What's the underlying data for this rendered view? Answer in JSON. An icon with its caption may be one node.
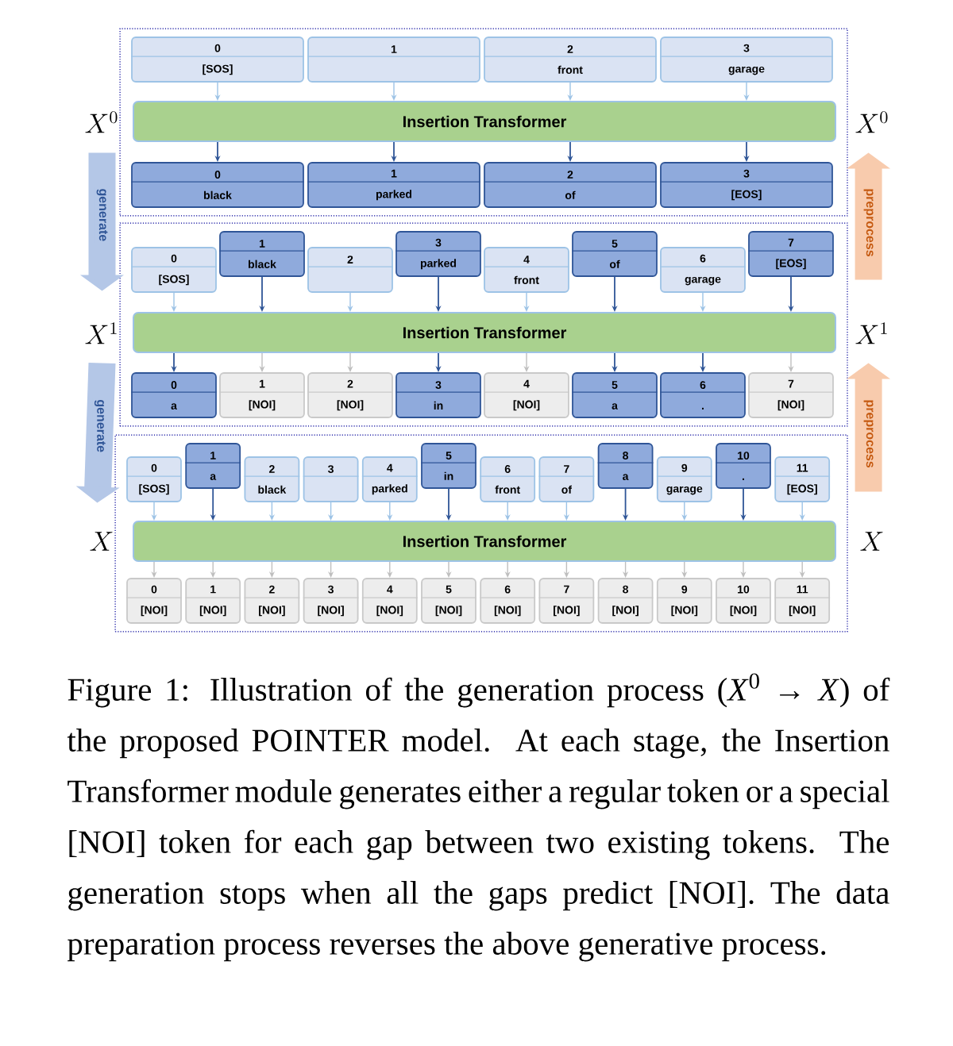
{
  "diagram": {
    "caption": "Figure 1: Illustration of the generation process (*X*$^{0}$ → *X*) of the proposed POINTER model. At each stage, the Insertion Transformer module generates either a regular token or a special [NOI] token for each gap between two existing tokens. The generation stops when all the gaps predict [NOI]. The data preparation process reverses the above generative process.",
    "nodes": [
      {
        "text": [],
        "shape": "box"
      },
      {
        "text": [
          "0",
          "[SOS]"
        ],
        "in": 0
      },
      {
        "text": [
          "1"
        ],
        "in": 0
      },
      {
        "text": [
          "2",
          "front"
        ],
        "in": 0
      },
      {
        "text": [
          "3",
          "garage"
        ],
        "in": 0
      },
      {
        "text": [
          "Insertion Transformer"
        ],
        "in": 0
      },
      {
        "text": [
          "0",
          "black"
        ],
        "in": 0
      },
      {
        "text": [
          "1",
          "parked"
        ],
        "in": 0
      },
      {
        "text": [
          "2",
          "of"
        ],
        "in": 0
      },
      {
        "text": [
          "3",
          "[EOS]"
        ],
        "in": 0
      },
      {
        "text": [],
        "shape": "box"
      },
      {
        "text": [
          "0",
          "[SOS]"
        ],
        "in": 10
      },
      {
        "text": [
          "1",
          "black"
        ],
        "in": 10
      },
      {
        "text": [
          "2"
        ],
        "in": 10
      },
      {
        "text": [
          "3",
          "parked"
        ],
        "in": 10
      },
      {
        "text": [
          "4",
          "front"
        ],
        "in": 10
      },
      {
        "text": [
          "5",
          "of"
        ],
        "in": 10
      },
      {
        "text": [
          "6",
          "garage"
        ],
        "in": 10
      },
      {
        "text": [
          "7",
          "[EOS]"
        ],
        "in": 10
      },
      {
        "text": [
          "Insertion Transformer"
        ],
        "in": 10
      },
      {
        "text": [
          "0",
          "a"
        ],
        "in": 10
      },
      {
        "text": [
          "1",
          "[NOI]"
        ],
        "in": 10
      },
      {
        "text": [
          "2",
          "[NOI]"
        ],
        "in": 10
      },
      {
        "text": [
          "3",
          "in"
        ],
        "in": 10
      },
      {
        "text": [
          "4",
          "[NOI]"
        ],
        "in": 10
      },
      {
        "text": [
          "5",
          "a"
        ],
        "in": 10
      },
      {
        "text": [
          "6",
          "."
        ],
        "in": 10
      },
      {
        "text": [
          "7",
          "[NOI]"
        ],
        "in": 10
      },
      {
        "text": [],
        "shape": "box"
      },
      {
        "text": [
          "0",
          "[SOS]"
        ],
        "in": 28
      },
      {
        "text": [
          "1",
          "a"
        ],
        "in": 28
      },
      {
        "text": [
          "2",
          "black"
        ],
        "in": 28
      },
      {
        "text": [
          "3"
        ],
        "in": 28
      },
      {
        "text": [
          "4",
          "parked"
        ],
        "in": 28
      },
      {
        "text": [
          "5",
          "in"
        ],
        "in": 28
      },
      {
        "text": [
          "6",
          "front"
        ],
        "in": 28
      },
      {
        "text": [
          "7",
          "of"
        ],
        "in": 28
      },
      {
        "text": [
          "8",
          "a"
        ],
        "in": 28
      },
      {
        "text": [
          "9",
          "garage"
        ],
        "in": 28
      },
      {
        "text": [
          "10",
          "."
        ],
        "in": 28
      },
      {
        "text": [
          "11",
          "[EOS]"
        ],
        "in": 28
      },
      {
        "text": [
          "Insertion Transformer"
        ],
        "in": 28
      },
      {
        "text": [
          "0",
          "[NOI]"
        ],
        "in": 28
      },
      {
        "text": [
          "1",
          "[NOI]"
        ],
        "in": 28
      },
      {
        "text": [
          "2",
          "[NOI]"
        ],
        "in": 28
      },
      {
        "text": [
          "3",
          "[NOI]"
        ],
        "in": 28
      },
      {
        "text": [
          "4",
          "[NOI]"
        ],
        "in": 28
      },
      {
        "text": [
          "5",
          "[NOI]"
        ],
        "in": 28
      },
      {
        "text": [
          "6",
          "[NOI]"
        ],
        "in": 28
      },
      {
        "text": [
          "7",
          "[NOI]"
        ],
        "in": 28
      },
      {
        "text": [
          "8",
          "[NOI]"
        ],
        "in": 28
      },
      {
        "text": [
          "9",
          "[NOI]"
        ],
        "in": 28
      },
      {
        "text": [
          "10",
          "[NOI]"
        ],
        "in": 28
      },
      {
        "text": [
          "11",
          "[NOI]"
        ],
        "in": 28
      }
    ],
    "edges": [
      {
        "from": 1,
        "to": 5,
        "arrow": "to"
      },
      {
        "from": 2,
        "to": 5,
        "arrow": "to"
      },
      {
        "from": 3,
        "to": 5,
        "arrow": "to"
      },
      {
        "from": 4,
        "to": 5,
        "arrow": "to"
      },
      {
        "from": 5,
        "to": 6,
        "arrow": "to",
        "color": "#2f5597"
      },
      {
        "from": 5,
        "to": 7,
        "arrow": "to",
        "color": "#2f5597"
      },
      {
        "from": 5,
        "to": 8,
        "arrow": "to",
        "color": "#2f5597"
      },
      {
        "from": 5,
        "to": 9,
        "arrow": "to",
        "color": "#2f5597"
      },
      {
        "from": 11,
        "to": 19,
        "arrow": "to"
      },
      {
        "from": 12,
        "to": 19,
        "arrow": "to",
        "color": "#2f5597"
      },
      {
        "from": 13,
        "to": 19,
        "arrow": "to"
      },
      {
        "from": 14,
        "to": 19,
        "arrow": "to",
        "color": "#2f5597"
      },
      {
        "from": 15,
        "to": 19,
        "arrow": "to"
      },
      {
        "from": 16,
        "to": 19,
        "arrow": "to",
        "color": "#2f5597"
      },
      {
        "from": 17,
        "to": 19,
        "arrow": "to"
      },
      {
        "from": 18,
        "to": 19,
        "arrow": "to",
        "color": "#2f5597"
      },
      {
        "from": 19,
        "to": 20,
        "arrow": "to",
        "color": "#2f5597"
      },
      {
        "from": 19,
        "to": 21,
        "arrow": "to",
        "color": "#bfbfbf"
      },
      {
        "from": 19,
        "to": 22,
        "arrow": "to",
        "color": "#bfbfbf"
      },
      {
        "from": 19,
        "to": 23,
        "arrow": "to",
        "color": "#2f5597"
      },
      {
        "from": 19,
        "to": 24,
        "arrow": "to",
        "color": "#bfbfbf"
      },
      {
        "from": 19,
        "to": 25,
        "arrow": "to",
        "color": "#2f5597"
      },
      {
        "from": 19,
        "to": 26,
        "arrow": "to",
        "color": "#2f5597"
      },
      {
        "from": 19,
        "to": 27,
        "arrow": "to",
        "color": "#bfbfbf"
      },
      {
        "from": 29,
        "to": 41,
        "arrow": "to"
      },
      {
        "from": 30,
        "to": 41,
        "arrow": "to",
        "color": "#2f5597"
      },
      {
        "from": 31,
        "to": 41,
        "arrow": "to"
      },
      {
        "from": 32,
        "to": 41,
        "arrow": "to"
      },
      {
        "from": 33,
        "to": 41,
        "arrow": "to"
      },
      {
        "from": 34,
        "to": 41,
        "arrow": "to",
        "color": "#2f5597"
      },
      {
        "from": 35,
        "to": 41,
        "arrow": "to"
      },
      {
        "from": 36,
        "to": 41,
        "arrow": "to"
      },
      {
        "from": 37,
        "to": 41,
        "arrow": "to",
        "color": "#2f5597"
      },
      {
        "from": 38,
        "to": 41,
        "arrow": "to"
      },
      {
        "from": 39,
        "to": 41,
        "arrow": "to",
        "color": "#2f5597"
      },
      {
        "from": 40,
        "to": 41,
        "arrow": "to"
      },
      {
        "from": 41,
        "to": 42,
        "arrow": "to",
        "color": "#bfbfbf"
      },
      {
        "from": 41,
        "to": 43,
        "arrow": "to",
        "color": "#bfbfbf"
      },
      {
        "from": 41,
        "to": 44,
        "arrow": "to",
        "color": "#bfbfbf"
      },
      {
        "from": 41,
        "to": 45,
        "arrow": "to",
        "color": "#bfbfbf"
      },
      {
        "from": 41,
        "to": 46,
        "arrow": "to",
        "color": "#bfbfbf"
      },
      {
        "from": 41,
        "to": 47,
        "arrow": "to",
        "color": "#bfbfbf"
      },
      {
        "from": 41,
        "to": 48,
        "arrow": "to",
        "color": "#bfbfbf"
      },
      {
        "from": 41,
        "to": 49,
        "arrow": "to",
        "color": "#bfbfbf"
      },
      {
        "from": 41,
        "to": 50,
        "arrow": "to",
        "color": "#bfbfbf"
      },
      {
        "from": 41,
        "to": 51,
        "arrow": "to",
        "color": "#bfbfbf"
      },
      {
        "from": 41,
        "to": 52,
        "arrow": "to",
        "color": "#bfbfbf"
      },
      {
        "from": 41,
        "to": 53,
        "arrow": "to",
        "color": "#bfbfbf"
      },
      {
        "from": 0,
        "to": 10,
        "arrow": "to",
        "label": "generate",
        "style": "thick",
        "color": "#b4c7e7"
      },
      {
        "from": 10,
        "to": 0,
        "arrow": "to",
        "label": "preprocess",
        "style": "thick",
        "color": "#f8cbad"
      },
      {
        "from": 10,
        "to": 28,
        "arrow": "to",
        "label": "generate",
        "style": "thick",
        "color": "#b4c7e7"
      },
      {
        "from": 28,
        "to": 10,
        "arrow": "to",
        "label": "preprocess",
        "style": "thick",
        "color": "#f8cbad"
      }
    ],
    "labels": [
      "X^0",
      "X^0",
      "X^1",
      "X^1",
      "X",
      "X"
    ]
  }
}
